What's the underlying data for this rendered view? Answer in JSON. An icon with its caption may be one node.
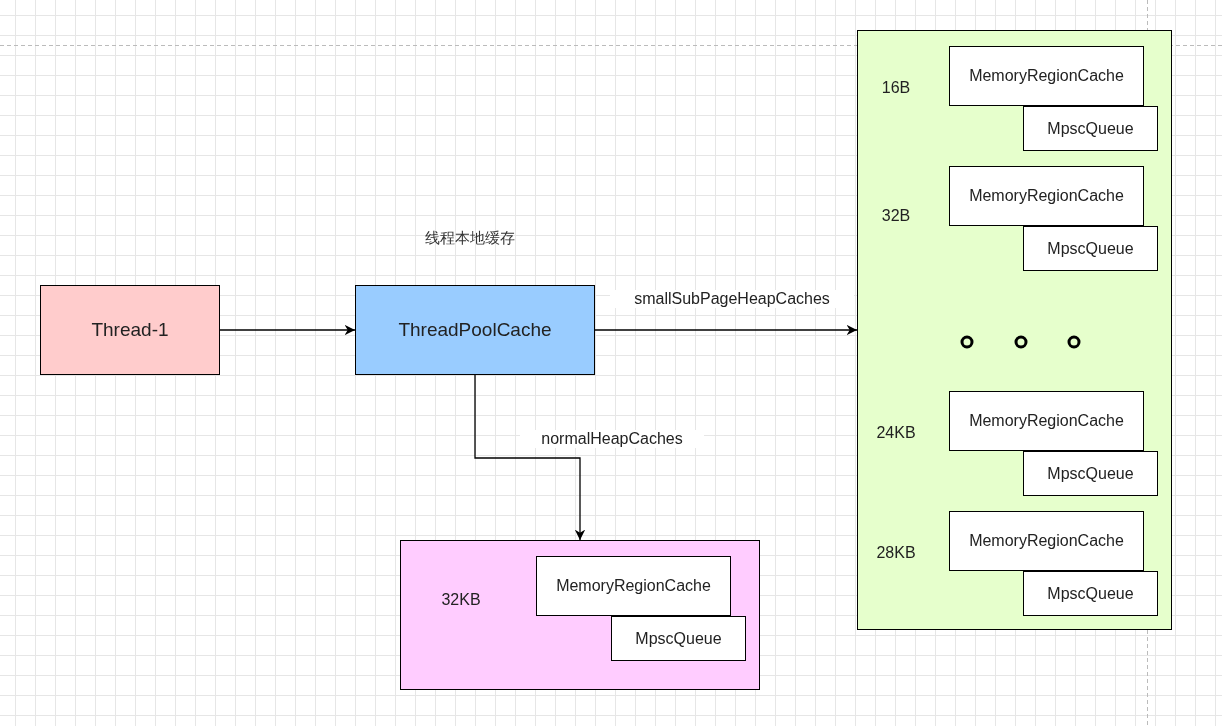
{
  "diagram": {
    "nodes": [
      {
        "text": [
          "Thread-1"
        ]
      },
      {
        "text": [
          "ThreadPoolCache"
        ],
        "beside": [
          "线程本地缓存"
        ]
      },
      {
        "text": [],
        "shape": "box"
      },
      {
        "text": [
          "MemoryRegionCache"
        ],
        "in": 2
      },
      {
        "text": [
          "MpscQueue"
        ],
        "in": 2
      },
      {
        "text": [
          "MemoryRegionCache"
        ],
        "in": 2
      },
      {
        "text": [
          "MpscQueue"
        ],
        "in": 2
      },
      {
        "text": [
          "MemoryRegionCache"
        ],
        "in": 2
      },
      {
        "text": [
          "MpscQueue"
        ],
        "in": 2
      },
      {
        "text": [
          "MemoryRegionCache"
        ],
        "in": 2
      },
      {
        "text": [
          "MpscQueue"
        ],
        "in": 2
      },
      {
        "text": [],
        "shape": "box"
      },
      {
        "text": [
          "MemoryRegionCache"
        ],
        "in": 11
      },
      {
        "text": [
          "MpscQueue"
        ],
        "in": 11
      }
    ],
    "edges": [
      {
        "from": 0,
        "to": 1,
        "arrow": "to"
      },
      {
        "from": 1,
        "to": 2,
        "arrow": "to",
        "label": "smallSubPageHeapCaches"
      },
      {
        "from": 1,
        "to": 11,
        "arrow": "to",
        "label": "normalHeapCaches"
      }
    ],
    "labels": [
      "16B",
      "32B",
      "24KB",
      "28KB",
      "32KB"
    ]
  }
}
